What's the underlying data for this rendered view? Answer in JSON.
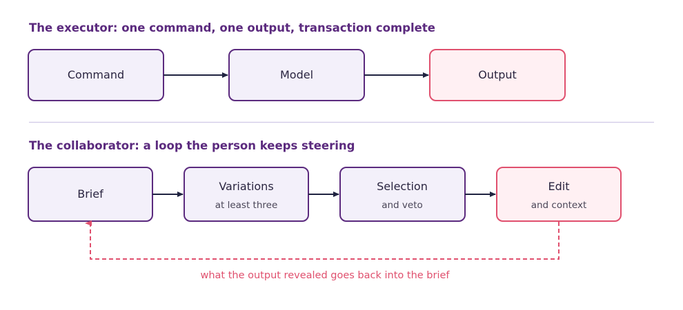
{
  "executor": {
    "heading": "The executor: one command, one output, transaction complete",
    "nodes": [
      {
        "label": "Command"
      },
      {
        "label": "Model"
      },
      {
        "label": "Output"
      }
    ]
  },
  "collaborator": {
    "heading": "The collaborator: a loop the person keeps steering",
    "nodes": [
      {
        "label": "Brief",
        "sublabel": ""
      },
      {
        "label": "Variations",
        "sublabel": "at least three"
      },
      {
        "label": "Selection",
        "sublabel": "and veto"
      },
      {
        "label": "Edit",
        "sublabel": "and context"
      }
    ],
    "loop_caption": "what the output revealed goes back into the brief"
  },
  "colors": {
    "heading": "#5b2a7e",
    "node_stroke": "#5b2a7e",
    "node_fill": "#f3f0fa",
    "output_stroke": "#e0506e",
    "output_fill": "#fff0f3",
    "arrow": "#1f2340",
    "loop": "#e0506e"
  }
}
